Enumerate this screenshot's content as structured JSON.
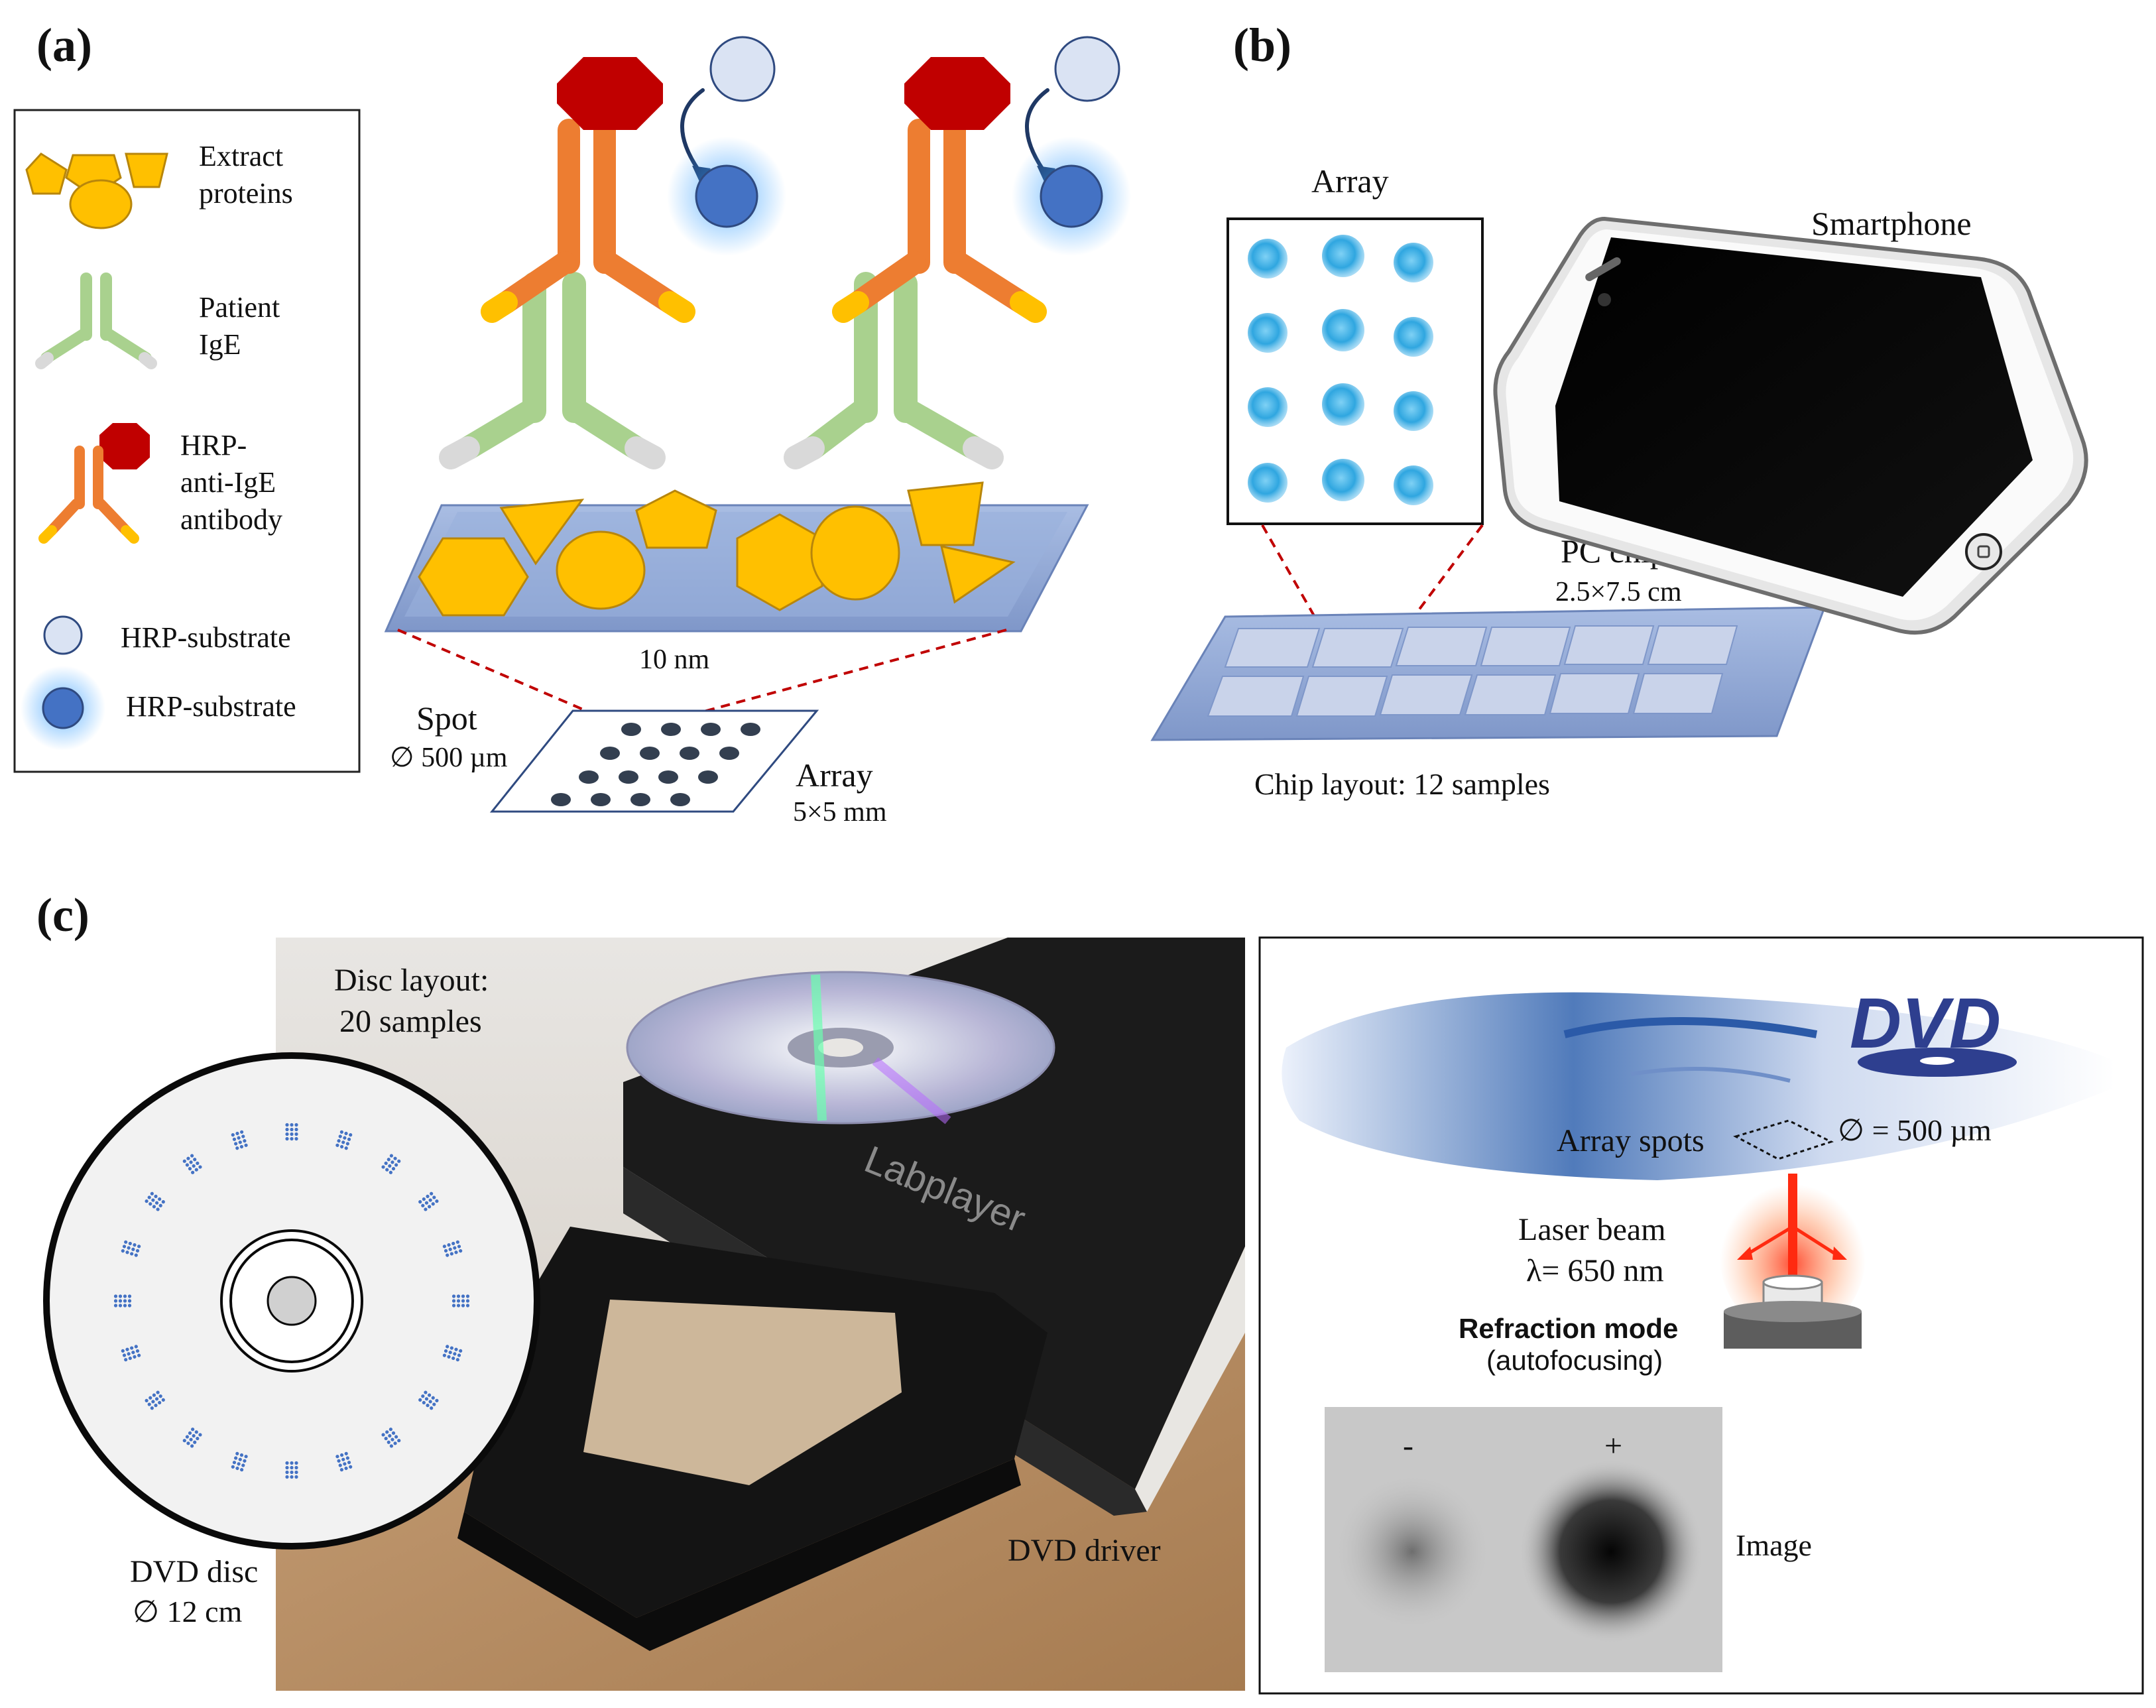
{
  "panels": {
    "a": {
      "label": "(a)",
      "legend": {
        "extract_proteins": [
          "Extract",
          "proteins"
        ],
        "patient_ige": [
          "Patient",
          "IgE"
        ],
        "hrp_antibody": [
          "HRP-",
          "anti-IgE",
          "antibody"
        ],
        "substrate_1": "HRP-substrate",
        "substrate_2": "HRP-substrate"
      },
      "scale_label": "10 nm",
      "spot_label": "Spot",
      "spot_size": "∅ 500 µm",
      "array_label": "Array",
      "array_size": "5×5 mm"
    },
    "b": {
      "label": "(b)",
      "array_label": "Array",
      "smartphone_label": "Smartphone",
      "chip_label": "PC chip",
      "chip_size": "2.5×7.5 cm",
      "layout_label": "Chip layout: 12 samples"
    },
    "c": {
      "label": "(c)",
      "disc_layout": [
        "Disc layout:",
        "20 samples"
      ],
      "dvd_disc": "DVD disc",
      "disc_size": "∅ 12 cm",
      "driver_label": "DVD driver",
      "brand": "Labplayer",
      "dvd_logo": "DVD",
      "array_spots": "Array spots",
      "spot_diameter": "∅ = 500 µm",
      "laser_beam": "Laser beam",
      "wavelength": "λ= 650 nm",
      "mode_bold": "Refraction mode",
      "mode_sub": "(autofocusing)",
      "neg": "-",
      "pos": "+",
      "image_label": "Image"
    }
  },
  "colors": {
    "protein": "#ffc000",
    "ige": "#a9d18e",
    "antibody": "#ed7d31",
    "hrp": "#c00000",
    "substrate_light": "#dae3f3",
    "substrate_dark": "#4472c4",
    "chip": "#8ea9db",
    "spot": "#333f50"
  }
}
